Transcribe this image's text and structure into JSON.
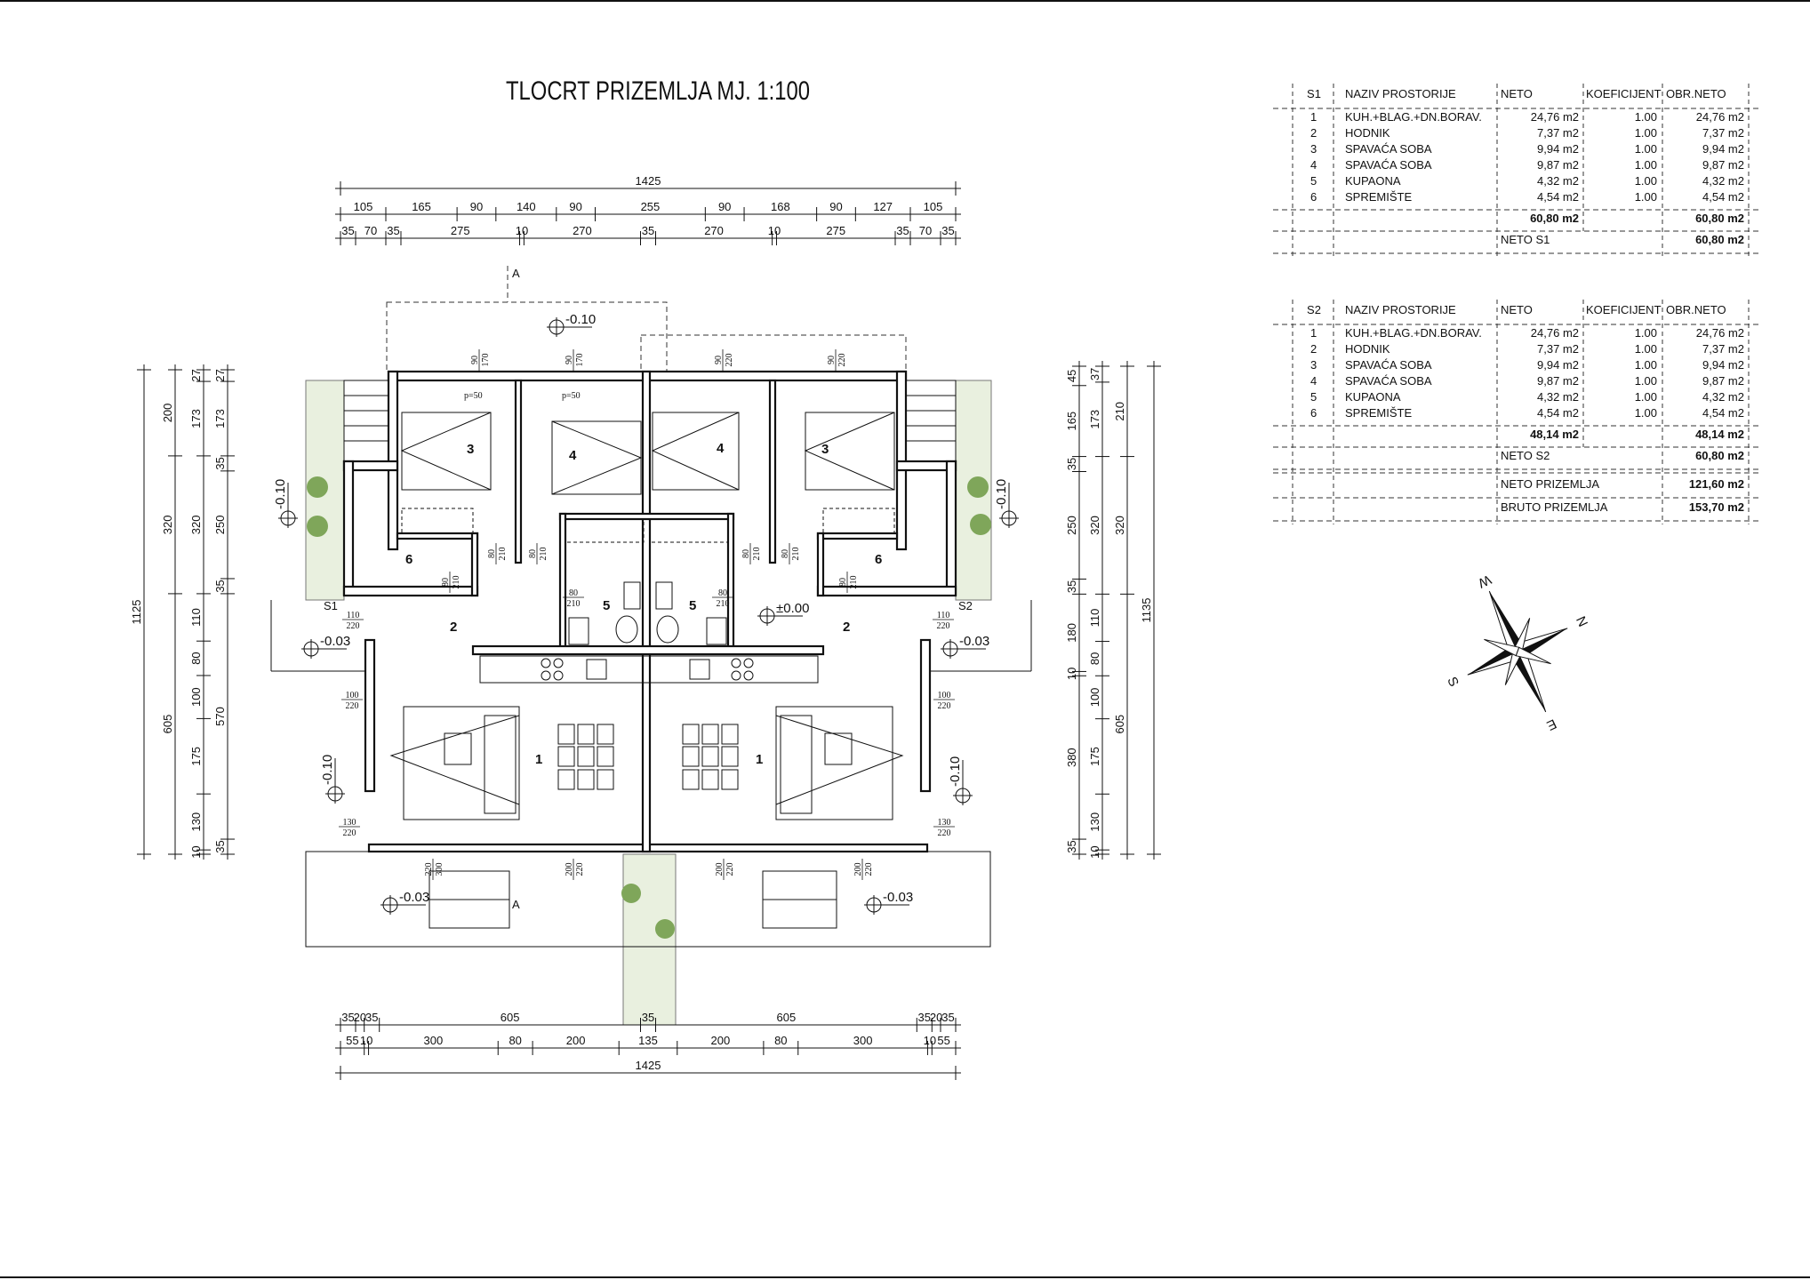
{
  "title": "TLOCRT PRIZEMLJA  MJ. 1:100",
  "colors": {
    "line": "#111111",
    "greenery": "#7fa65a",
    "planter_fill": "#e9f0df"
  },
  "tables": [
    {
      "headers": [
        "S1",
        "NAZIV  PROSTORIJE",
        "NETO",
        "KOEFICIJENT",
        "OBR.NETO"
      ],
      "rows": [
        [
          "1",
          "KUH.+BLAG.+DN.BORAV.",
          "24,76  m2",
          "1.00",
          "24,76  m2"
        ],
        [
          "2",
          "HODNIK",
          "7,37  m2",
          "1.00",
          "7,37  m2"
        ],
        [
          "3",
          "SPAVAĆA  SOBA",
          "9,94  m2",
          "1.00",
          "9,94  m2"
        ],
        [
          "4",
          "SPAVAĆA  SOBA",
          "9,87  m2",
          "1.00",
          "9,87  m2"
        ],
        [
          "5",
          "KUPAONA",
          "4,32  m2",
          "1.00",
          "4,32  m2"
        ],
        [
          "6",
          "SPREMIŠTE",
          "4,54  m2",
          "1.00",
          "4,54  m2"
        ]
      ],
      "total_neto": "60,80  m2",
      "total_obr": "60,80  m2",
      "summary": [
        {
          "label": "NETO  S1",
          "value": "60,80  m2"
        }
      ]
    },
    {
      "headers": [
        "S2",
        "NAZIV  PROSTORIJE",
        "NETO",
        "KOEFICIJENT",
        "OBR.NETO"
      ],
      "rows": [
        [
          "1",
          "KUH.+BLAG.+DN.BORAV.",
          "24,76  m2",
          "1.00",
          "24,76  m2"
        ],
        [
          "2",
          "HODNIK",
          "7,37  m2",
          "1.00",
          "7,37  m2"
        ],
        [
          "3",
          "SPAVAĆA  SOBA",
          "9,94  m2",
          "1.00",
          "9,94  m2"
        ],
        [
          "4",
          "SPAVAĆA  SOBA",
          "9,87  m2",
          "1.00",
          "9,87  m2"
        ],
        [
          "5",
          "KUPAONA",
          "4,32  m2",
          "1.00",
          "4,32  m2"
        ],
        [
          "6",
          "SPREMIŠTE",
          "4,54  m2",
          "1.00",
          "4,54  m2"
        ]
      ],
      "total_neto": "48,14  m2",
      "total_obr": "48,14  m2",
      "summary": [
        {
          "label": "NETO  S2",
          "value": "60,80  m2"
        },
        {
          "label": "NETO  PRIZEMLJA",
          "value": "121,60  m2"
        },
        {
          "label": "BRUTO  PRIZEMLJA",
          "value": "153,70  m2"
        }
      ]
    }
  ],
  "dimensions_cm": {
    "top_total": [
      1425
    ],
    "top_chain_1": [
      105,
      165,
      90,
      140,
      90,
      255,
      90,
      168,
      90,
      127,
      105
    ],
    "top_chain_2": [
      35,
      70,
      35,
      275,
      10,
      270,
      35,
      270,
      10,
      275,
      35,
      70,
      35
    ],
    "bottom_chain_1": [
      35,
      20,
      35,
      605,
      35,
      605,
      35,
      20,
      35
    ],
    "bottom_chain_2": [
      55,
      10,
      300,
      80,
      200,
      135,
      200,
      80,
      300,
      10,
      55
    ],
    "bottom_total": [
      1425
    ],
    "left_total": [
      1125
    ],
    "left_chain_1": [
      200,
      320,
      605
    ],
    "left_chain_2": [
      27,
      173,
      320,
      110,
      80,
      100,
      175,
      130,
      10
    ],
    "left_chain_3": [
      27,
      173,
      35,
      250,
      35,
      570,
      35
    ],
    "right_chain_1": [
      45,
      165,
      35,
      250,
      35,
      180,
      10,
      380,
      35
    ],
    "right_chain_2": [
      37,
      173,
      320,
      110,
      80,
      100,
      175,
      130,
      10
    ],
    "right_chain_3": [
      210,
      320,
      605
    ],
    "right_total": [
      1135
    ]
  },
  "rooms": {
    "r3_left": "3",
    "r4_left": "4",
    "r4_right": "4",
    "r3_right": "3",
    "r6_left": "6",
    "r6_right": "6",
    "r5_left": "5",
    "r5_right": "5",
    "r2_left": "2",
    "r2_right": "2",
    "r1_left": "1",
    "r1_right": "1"
  },
  "units": {
    "s1": "S1",
    "s2": "S2"
  },
  "section_marks": {
    "top": "A",
    "bottom": "A"
  },
  "levels": {
    "north": "-0.10",
    "west": "-0.10",
    "east": "-0.10",
    "west_lower": "-0.10",
    "east_lower": "-0.10",
    "entry_left": "-0.03",
    "entry_right": "-0.03",
    "terrace_left": "-0.03",
    "terrace_right": "-0.03",
    "interior": "±0.00"
  },
  "openings": {
    "w1": [
      "90",
      "170"
    ],
    "w2": [
      "90",
      "170"
    ],
    "w3": [
      "90",
      "220"
    ],
    "w4": [
      "90",
      "220"
    ],
    "parapet": "p=50",
    "door_80_210": [
      "80",
      "210"
    ],
    "entry": [
      "110",
      "220"
    ],
    "side_window": [
      "100",
      "220"
    ],
    "living_window": [
      "130",
      "220"
    ],
    "terrace_door_1": [
      "220",
      "300"
    ],
    "terrace_door_2": [
      "200",
      "220"
    ]
  },
  "compass": {
    "n": "N",
    "s": "S",
    "e": "E",
    "w": "W"
  }
}
